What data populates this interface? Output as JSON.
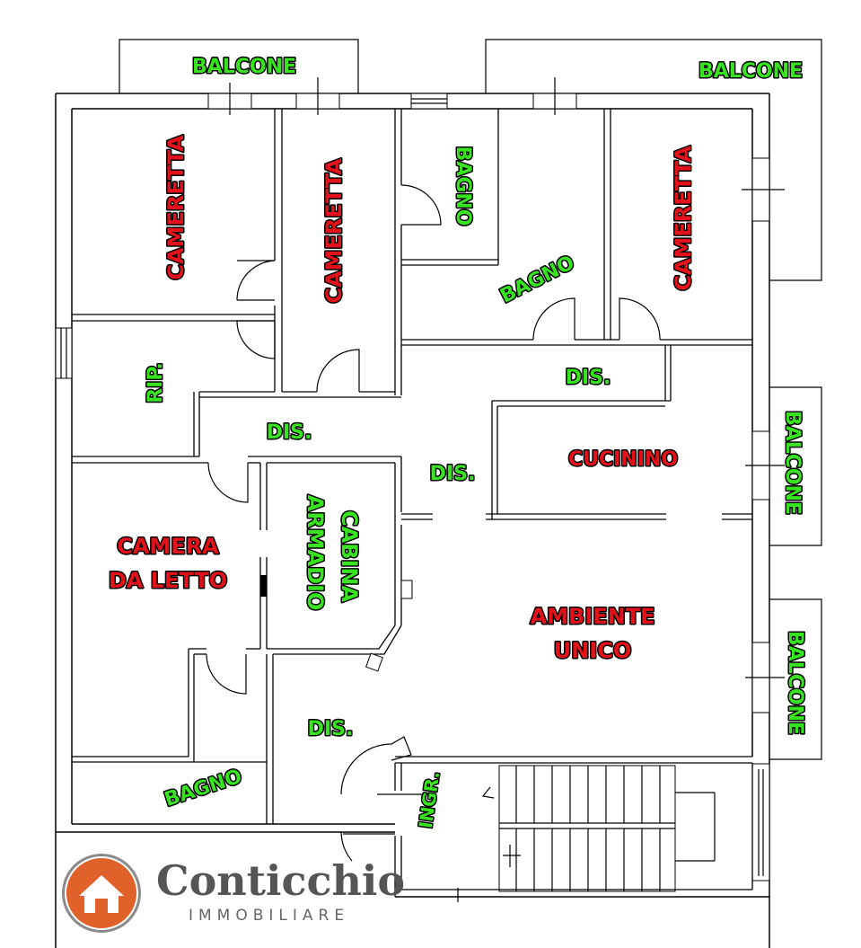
{
  "rooms": {
    "balcone_top_left": "BALCONE",
    "balcone_top_right": "BALCONE",
    "balcone_right_1": "BALCONE",
    "balcone_right_2": "BALCONE",
    "cameretta_1": "CAMERETTA",
    "cameretta_2": "CAMERETTA",
    "cameretta_3": "CAMERETTA",
    "bagno_top": "BAGNO",
    "bagno_mid": "BAGNO",
    "bagno_bottom": "BAGNO",
    "rip": "RIP.",
    "dis_1": "DIS.",
    "dis_2": "DIS.",
    "dis_3": "DIS.",
    "dis_4": "DIS.",
    "cucinino": "CUCININO",
    "camera_line1": "CAMERA",
    "camera_line2": "DA LETTO",
    "cabina_line1": "CABINA",
    "cabina_line2": "ARMADIO",
    "ambiente_line1": "AMBIENTE",
    "ambiente_line2": "UNICO",
    "ingr": "INGR."
  },
  "brand": {
    "name": "Conticchio",
    "subtitle": "IMMOBILIARE"
  },
  "colors": {
    "label_green": "#38e31f",
    "label_red": "#e3121a",
    "logo_orange": "#e0612a"
  }
}
